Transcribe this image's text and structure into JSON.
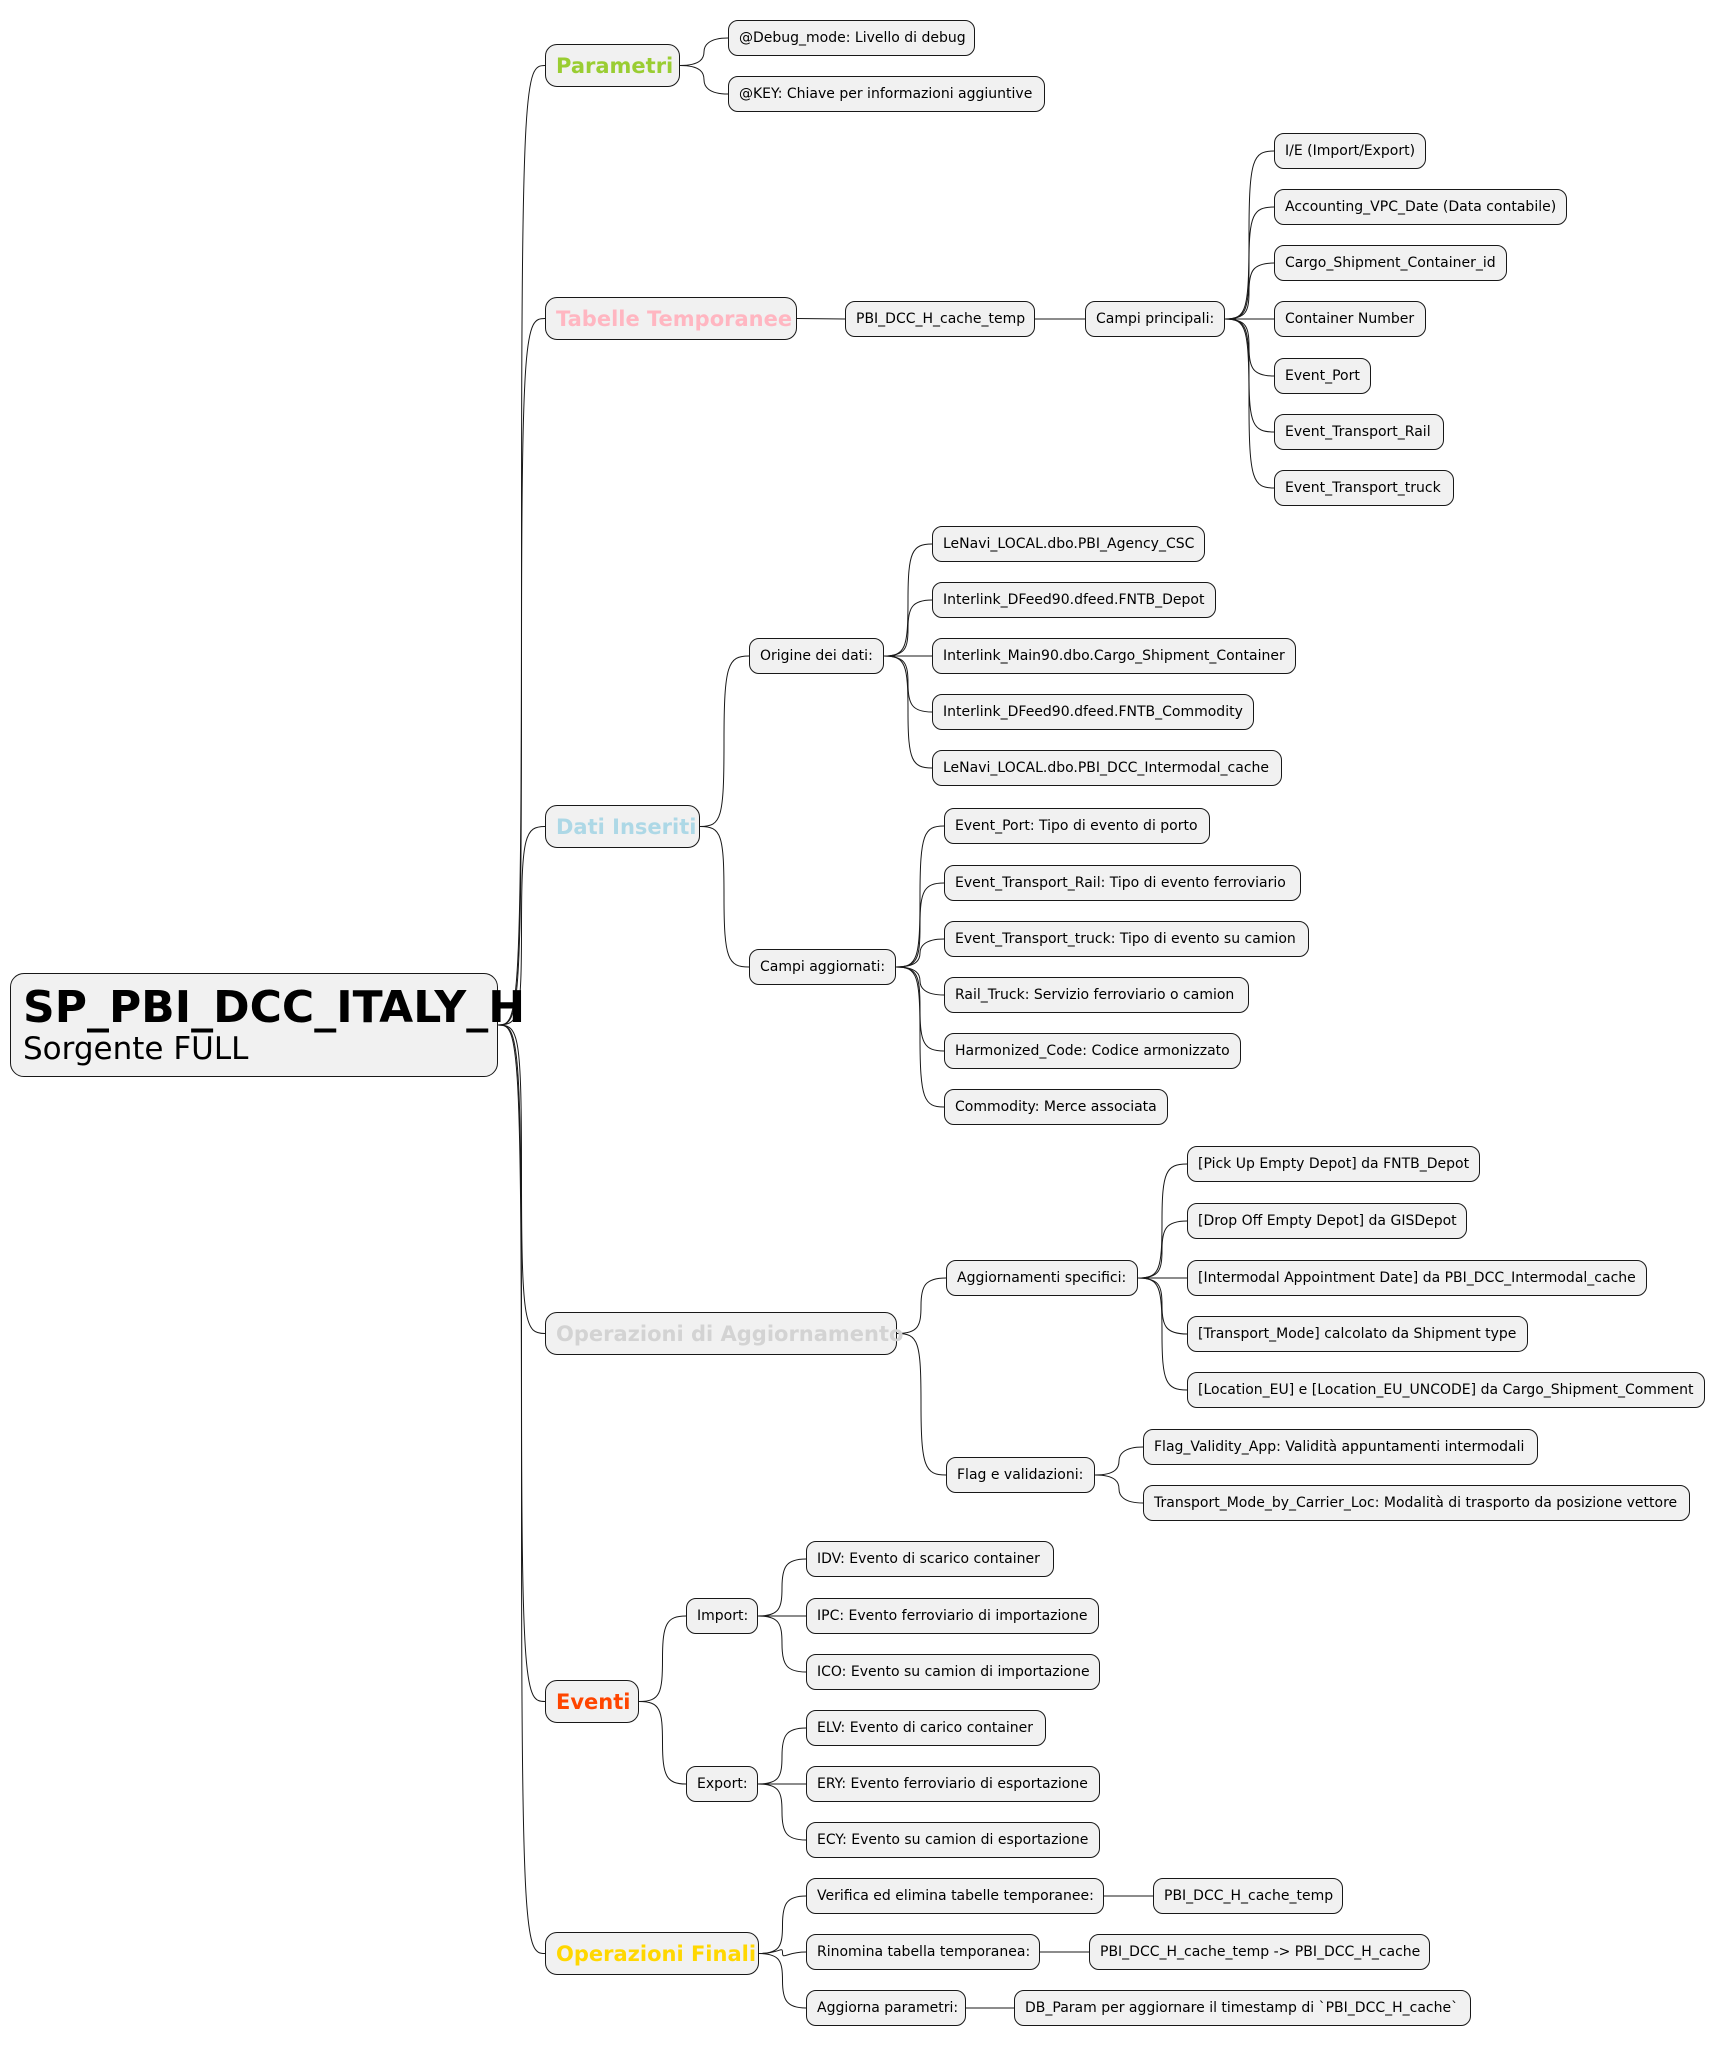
{
  "root": {
    "title": "SP_PBI_DCC_ITALY_H",
    "subtitle": "Sorgente FULL"
  },
  "colors": {
    "parametri": "#9acd32",
    "tabelle": "#ffb6c1",
    "dati": "#add8e6",
    "operazioni_agg": "#d3d3d3",
    "eventi": "#ff4500",
    "finali": "#ffd700",
    "node_fill": "#f1f1f1",
    "node_border": "#181818"
  },
  "parametri": {
    "label": "Parametri",
    "items": [
      "@Debug_mode: Livello di debug",
      "@KEY: Chiave per informazioni aggiuntive"
    ]
  },
  "tabelle": {
    "label": "Tabelle Temporanee",
    "table": "PBI_DCC_H_cache_temp",
    "campi_label": "Campi principali:",
    "campi": [
      "I/E (Import/Export)",
      "Accounting_VPC_Date (Data contabile)",
      "Cargo_Shipment_Container_id",
      "Container Number",
      "Event_Port",
      "Event_Transport_Rail",
      "Event_Transport_truck"
    ]
  },
  "dati": {
    "label": "Dati Inseriti",
    "origine_label": "Origine dei dati:",
    "origine": [
      "LeNavi_LOCAL.dbo.PBI_Agency_CSC",
      "Interlink_DFeed90.dfeed.FNTB_Depot",
      "Interlink_Main90.dbo.Cargo_Shipment_Container",
      "Interlink_DFeed90.dfeed.FNTB_Commodity",
      "LeNavi_LOCAL.dbo.PBI_DCC_Intermodal_cache"
    ],
    "campi_label": "Campi aggiornati:",
    "campi": [
      "Event_Port: Tipo di evento di porto",
      "Event_Transport_Rail: Tipo di evento ferroviario",
      "Event_Transport_truck: Tipo di evento su camion",
      "Rail_Truck: Servizio ferroviario o camion",
      "Harmonized_Code: Codice armonizzato",
      "Commodity: Merce associata"
    ]
  },
  "operazioni": {
    "label": "Operazioni di Aggiornamento",
    "spec_label": "Aggiornamenti specifici:",
    "spec": [
      "[Pick Up Empty Depot] da FNTB_Depot",
      "[Drop Off Empty Depot] da GISDepot",
      "[Intermodal Appointment Date] da PBI_DCC_Intermodal_cache",
      "[Transport_Mode] calcolato da Shipment type",
      "[Location_EU] e [Location_EU_UNCODE] da Cargo_Shipment_Comment"
    ],
    "flag_label": "Flag e validazioni:",
    "flag": [
      "Flag_Validity_App: Validità appuntamenti intermodali",
      "Transport_Mode_by_Carrier_Loc: Modalità di trasporto da posizione vettore"
    ]
  },
  "eventi": {
    "label": "Eventi",
    "import_label": "Import:",
    "import": [
      "IDV: Evento di scarico container",
      "IPC: Evento ferroviario di importazione",
      "ICO: Evento su camion di importazione"
    ],
    "export_label": "Export:",
    "export": [
      "ELV: Evento di carico container",
      "ERY: Evento ferroviario di esportazione",
      "ECY: Evento su camion di esportazione"
    ]
  },
  "finali": {
    "label": "Operazioni Finali",
    "verifica_label": "Verifica ed elimina tabelle temporanee:",
    "verifica_item": "PBI_DCC_H_cache_temp",
    "rinomina_label": "Rinomina tabella temporanea:",
    "rinomina_item": "PBI_DCC_H_cache_temp -> PBI_DCC_H_cache",
    "aggiorna_label": "Aggiorna parametri:",
    "aggiorna_item": "DB_Param per aggiornare il timestamp di `PBI_DCC_H_cache`"
  }
}
